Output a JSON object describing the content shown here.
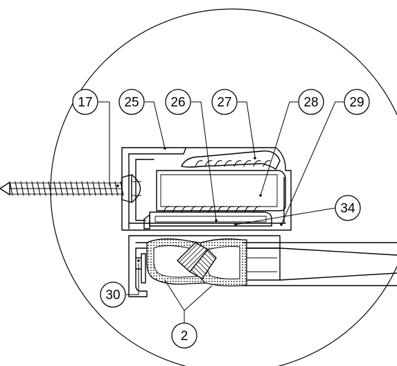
{
  "callouts": [
    {
      "id": "c17",
      "label": "17"
    },
    {
      "id": "c25",
      "label": "25"
    },
    {
      "id": "c26",
      "label": "26"
    },
    {
      "id": "c27",
      "label": "27"
    },
    {
      "id": "c28",
      "label": "28"
    },
    {
      "id": "c29",
      "label": "29"
    },
    {
      "id": "c34",
      "label": "34"
    },
    {
      "id": "c30",
      "label": "30"
    },
    {
      "id": "c2",
      "label": "2"
    }
  ]
}
